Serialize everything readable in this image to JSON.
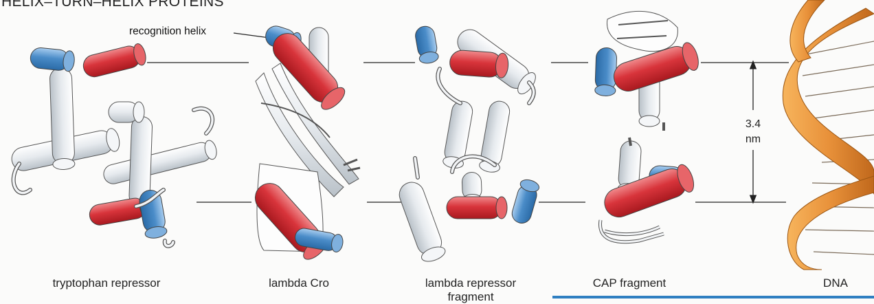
{
  "title": "HELIX–TURN–HELIX PROTEINS",
  "callout": "recognition helix",
  "measurement": {
    "value": "3.4",
    "unit": "nm"
  },
  "captions": [
    {
      "text": "tryptophan repressor"
    },
    {
      "text": "lambda Cro"
    },
    {
      "text": "lambda repressor fragment"
    },
    {
      "text": "CAP fragment"
    },
    {
      "text": "DNA"
    }
  ],
  "colors": {
    "recognition_helix": "#d8343b",
    "second_helix": "#4a8cc8",
    "other_helix": "#e6eaee",
    "dna": "#e8913a",
    "rule": "#2f7fc1"
  }
}
